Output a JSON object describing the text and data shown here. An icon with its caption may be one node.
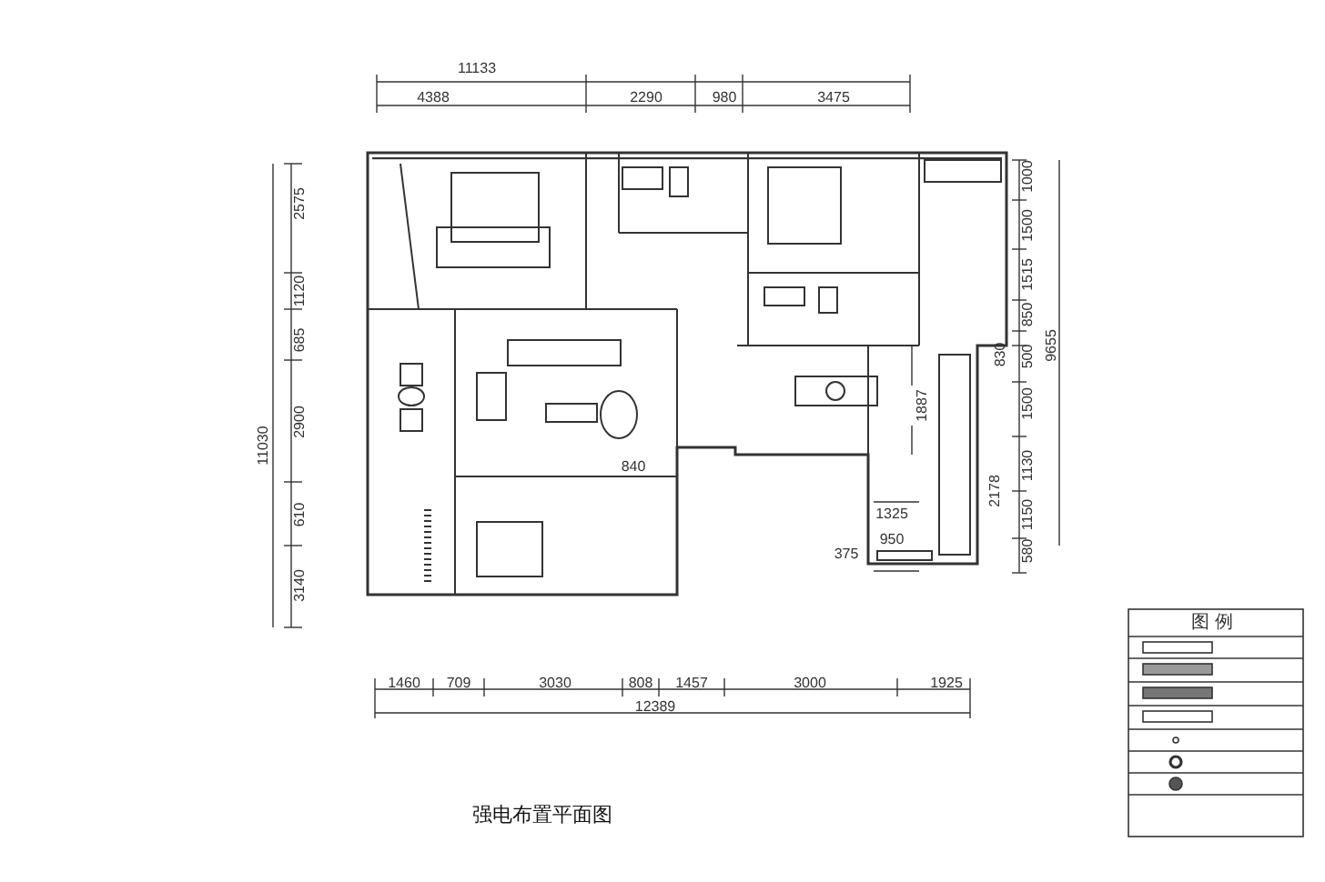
{
  "diagram": {
    "caption": "强电布置平面图",
    "labels": [
      "11133",
      "4388",
      "2290",
      "980",
      "3475",
      "1000",
      "1500",
      "1515",
      "850",
      "2575",
      "1120",
      "685",
      "2900",
      "610",
      "3140",
      "11030",
      "830",
      "500",
      "9655",
      "1887",
      "1500",
      "840",
      "1130",
      "2178",
      "1325",
      "1150",
      "375",
      "950",
      "580",
      "1460",
      "709",
      "3030",
      "808",
      "1457",
      "3000",
      "1925",
      "12389",
      "图  例"
    ]
  }
}
